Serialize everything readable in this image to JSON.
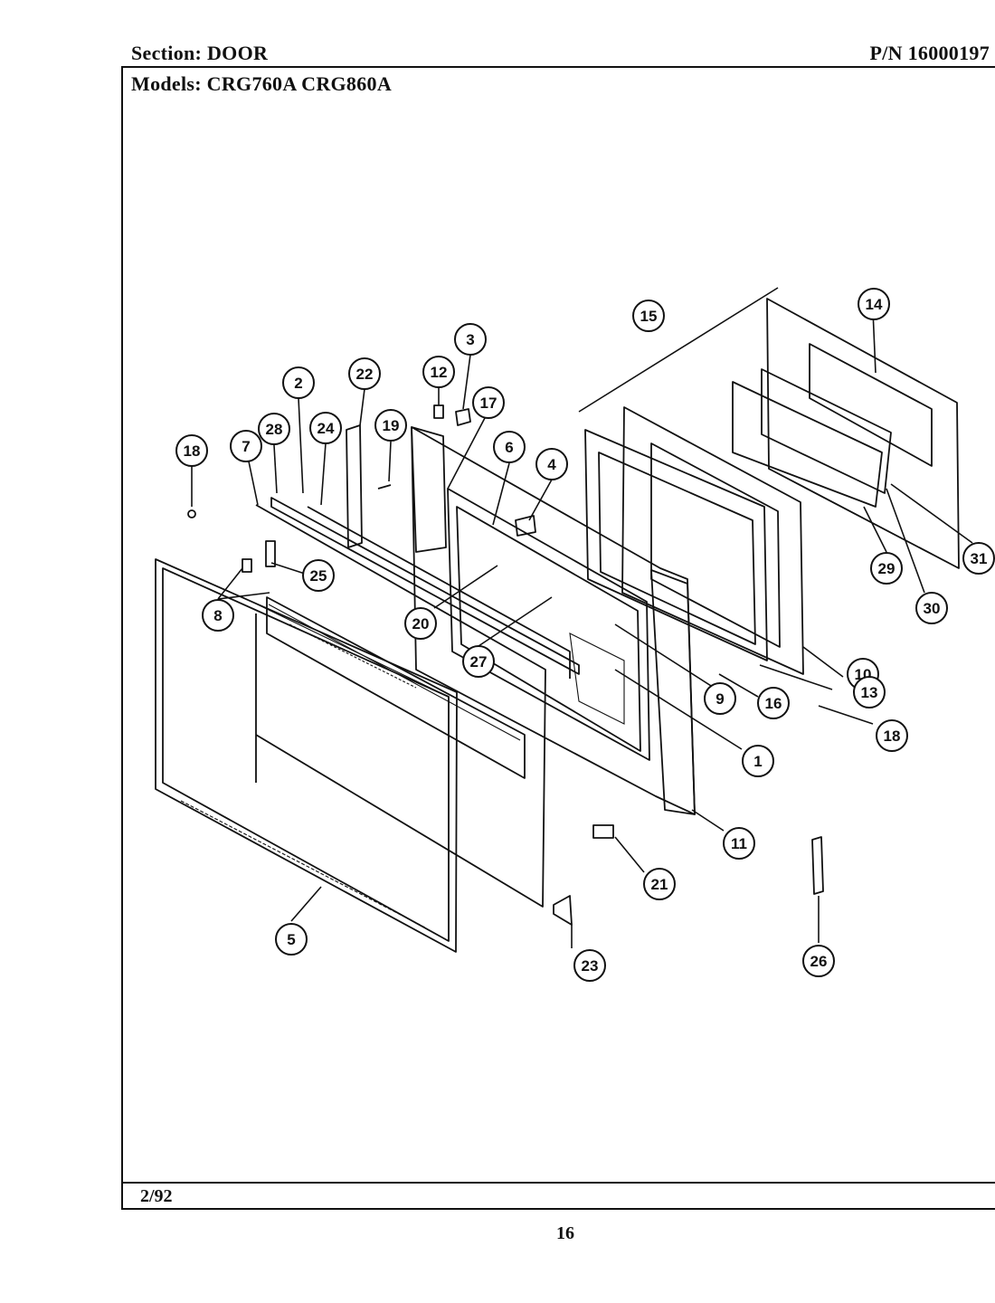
{
  "header": {
    "section": "Section:  DOOR",
    "part_number": "P/N 16000197",
    "models": "Models:  CRG760A   CRG860A"
  },
  "footer": {
    "date": "2/92",
    "page_number": "16"
  },
  "callouts": [
    "1",
    "2",
    "3",
    "4",
    "5",
    "6",
    "7",
    "8",
    "9",
    "10",
    "11",
    "12",
    "13",
    "14",
    "15",
    "16",
    "17",
    "18",
    "19",
    "20",
    "21",
    "22",
    "23",
    "24",
    "25",
    "26",
    "27",
    "28",
    "29",
    "30",
    "31"
  ]
}
